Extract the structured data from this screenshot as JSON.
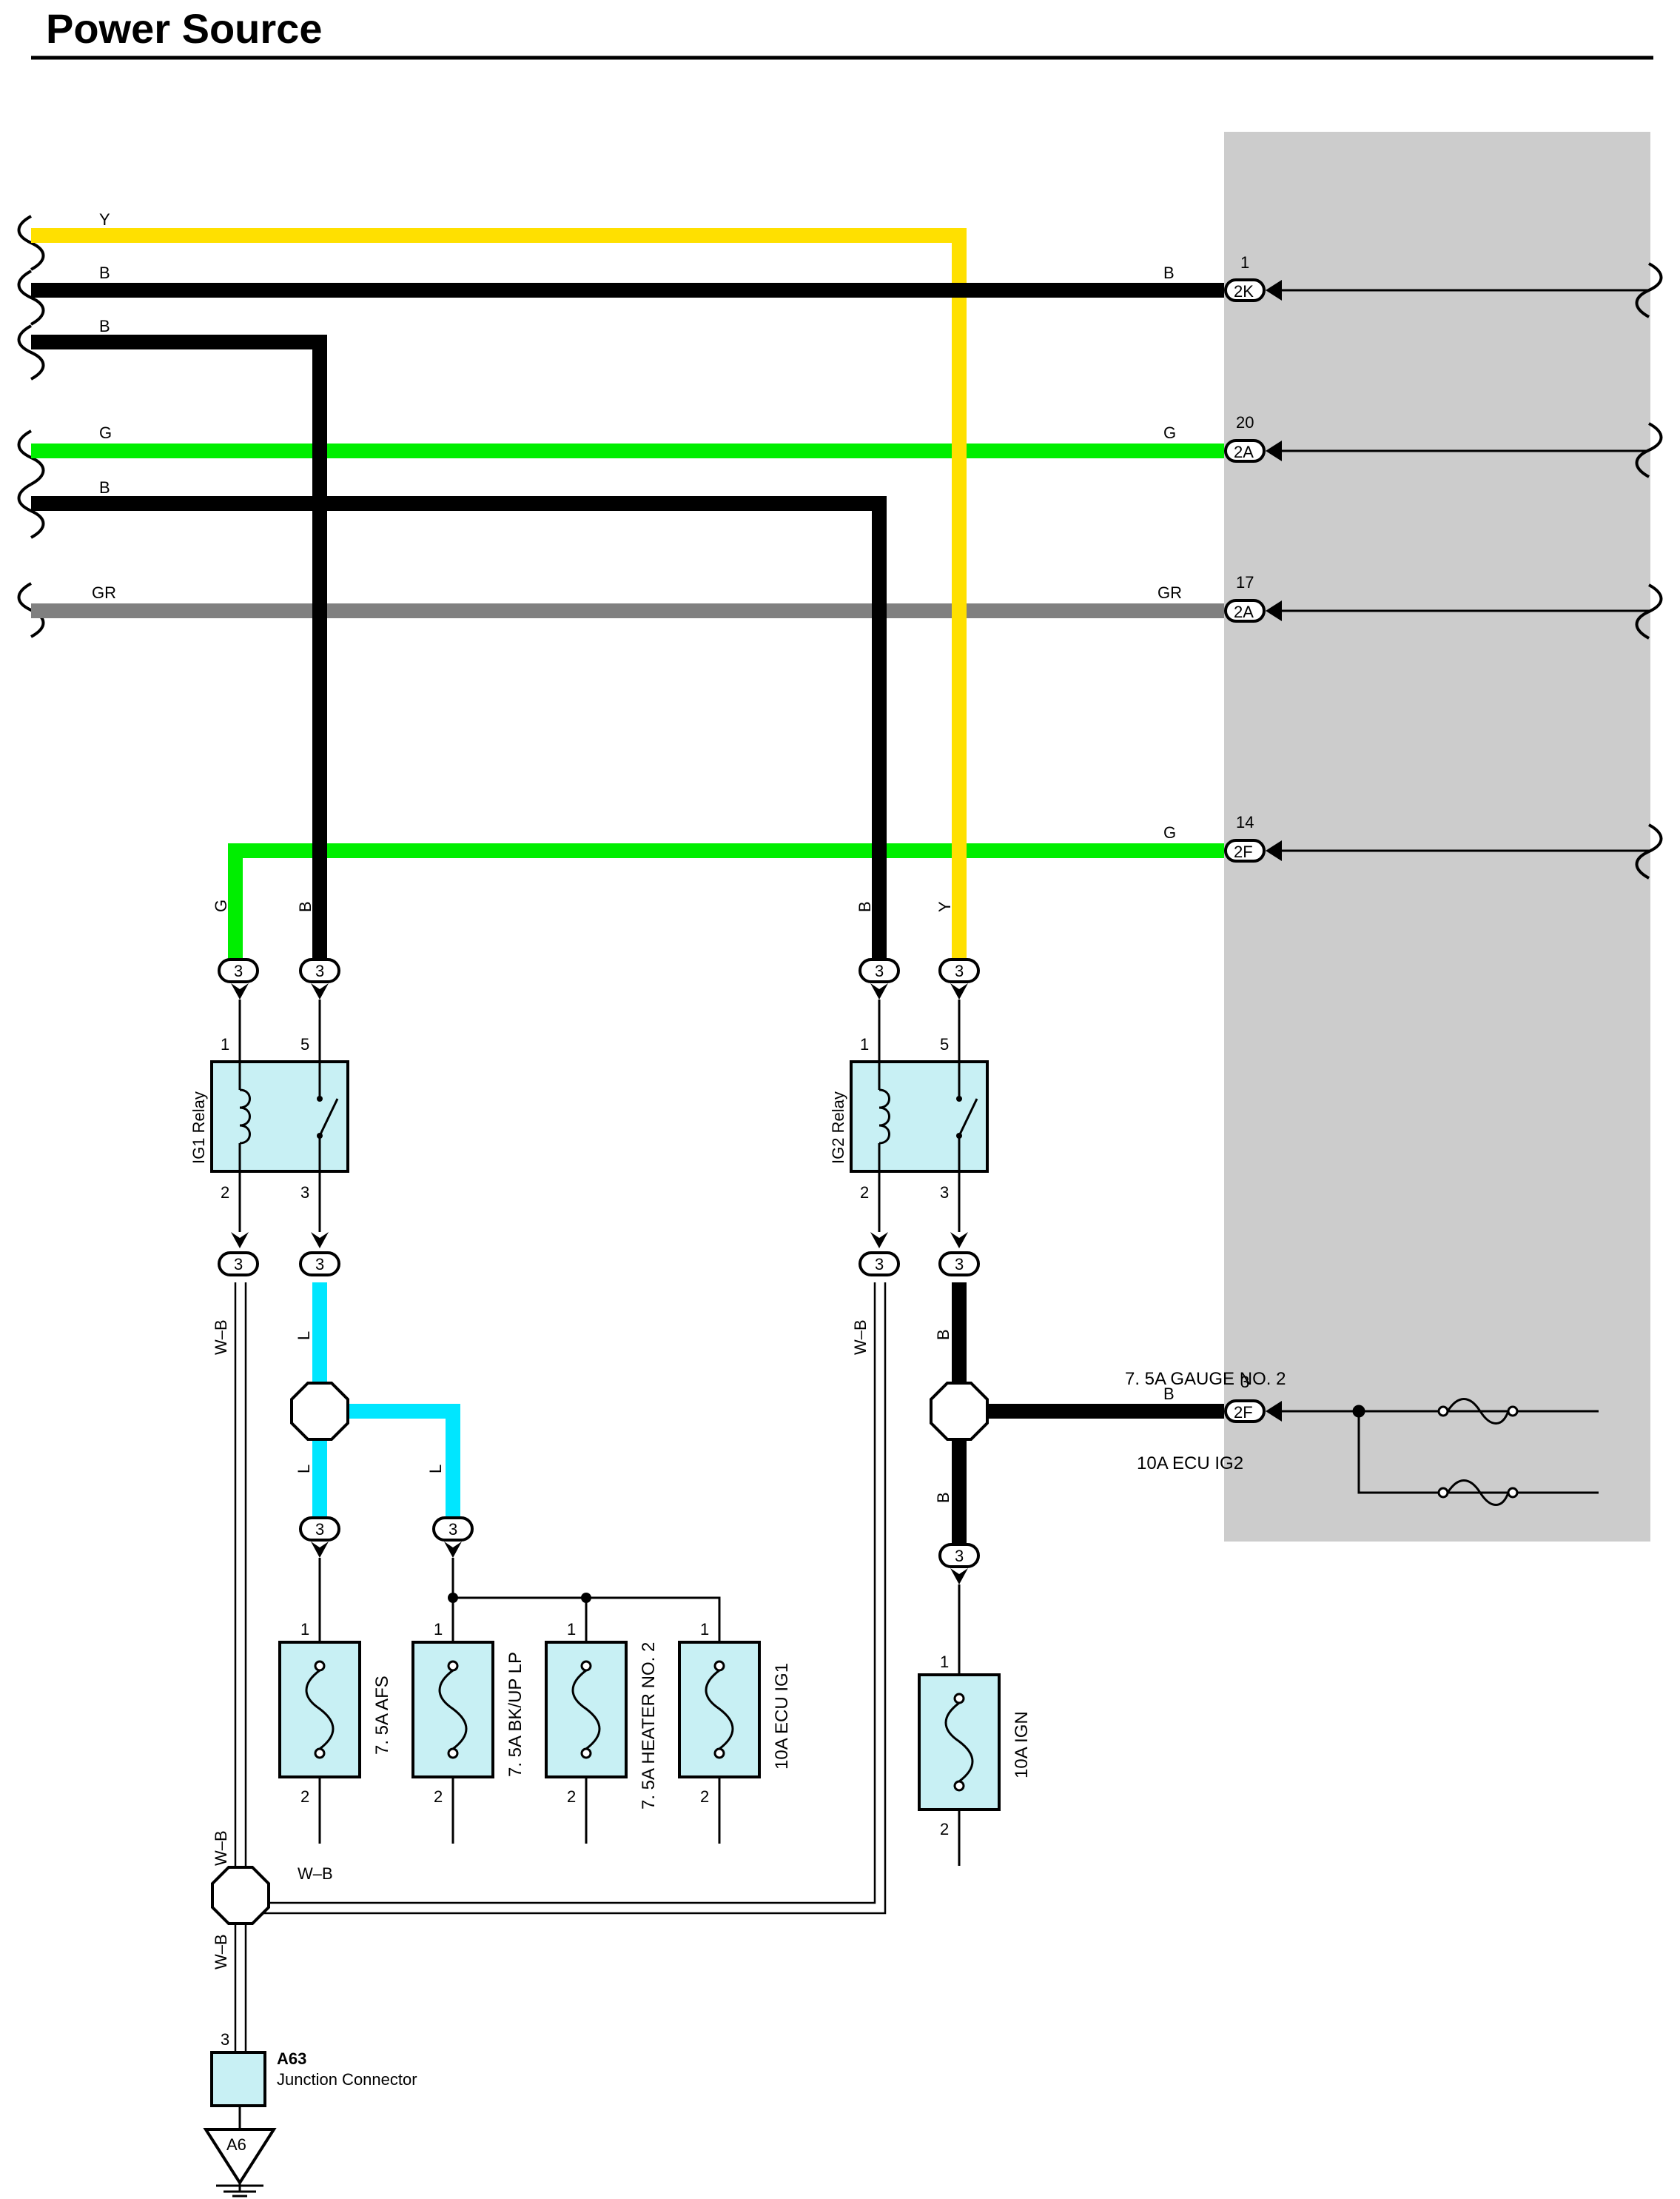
{
  "title": "Power Source",
  "colors": {
    "Y": "#ffe000",
    "B": "#000000",
    "G": "#00ee00",
    "GR": "#808080",
    "L": "#00e6ff",
    "component_fill": "#c8f0f4",
    "jb_panel": "#cccccc"
  },
  "wire_labels": {
    "y_top": "Y",
    "b1_top": "B",
    "b2_top": "B",
    "g_top": "G",
    "b3_top": "B",
    "gr_top": "GR",
    "b_2k": "B",
    "g_2a": "G",
    "gr_2a": "GR",
    "g_2f14": "G",
    "b_2f3": "B",
    "g_vert": "G",
    "b_vert1": "B",
    "b_vert2": "B",
    "y_vert": "Y",
    "wb_left": "W–B",
    "l_left": "L",
    "l_lower1": "L",
    "l_lower2": "L",
    "wb_right": "W–B",
    "b_right1": "B",
    "b_right2": "B",
    "wb_junction_top": "W–B",
    "wb_junction_right": "W–B",
    "wb_junction_bottom": "W–B"
  },
  "jb_connectors": [
    {
      "pin": "1",
      "id": "2K"
    },
    {
      "pin": "20",
      "id": "2A"
    },
    {
      "pin": "17",
      "id": "2A"
    },
    {
      "pin": "14",
      "id": "2F"
    },
    {
      "pin": "3",
      "id": "2F"
    }
  ],
  "connector_number": "3",
  "relays": [
    {
      "name": "IG1 Relay",
      "pins": [
        "1",
        "5",
        "2",
        "3"
      ]
    },
    {
      "name": "IG2 Relay",
      "pins": [
        "1",
        "5",
        "2",
        "3"
      ]
    }
  ],
  "fuses": [
    {
      "name": "7. 5A AFS",
      "pin_top": "1",
      "pin_bottom": "2"
    },
    {
      "name": "7. 5A BK/UP LP",
      "pin_top": "1",
      "pin_bottom": "2"
    },
    {
      "name": "7. 5A HEATER NO. 2",
      "pin_top": "1",
      "pin_bottom": "2"
    },
    {
      "name": "10A ECU IG1",
      "pin_top": "1",
      "pin_bottom": "2"
    },
    {
      "name": "10A IGN",
      "pin_top": "1",
      "pin_bottom": "2"
    }
  ],
  "jb_fuses": [
    {
      "name": "7. 5A GAUGE NO. 2"
    },
    {
      "name": "10A ECU IG2"
    }
  ],
  "junction_connector": {
    "id": "A63",
    "name": "Junction Connector",
    "pin": "3"
  },
  "ground": {
    "id": "A6"
  }
}
